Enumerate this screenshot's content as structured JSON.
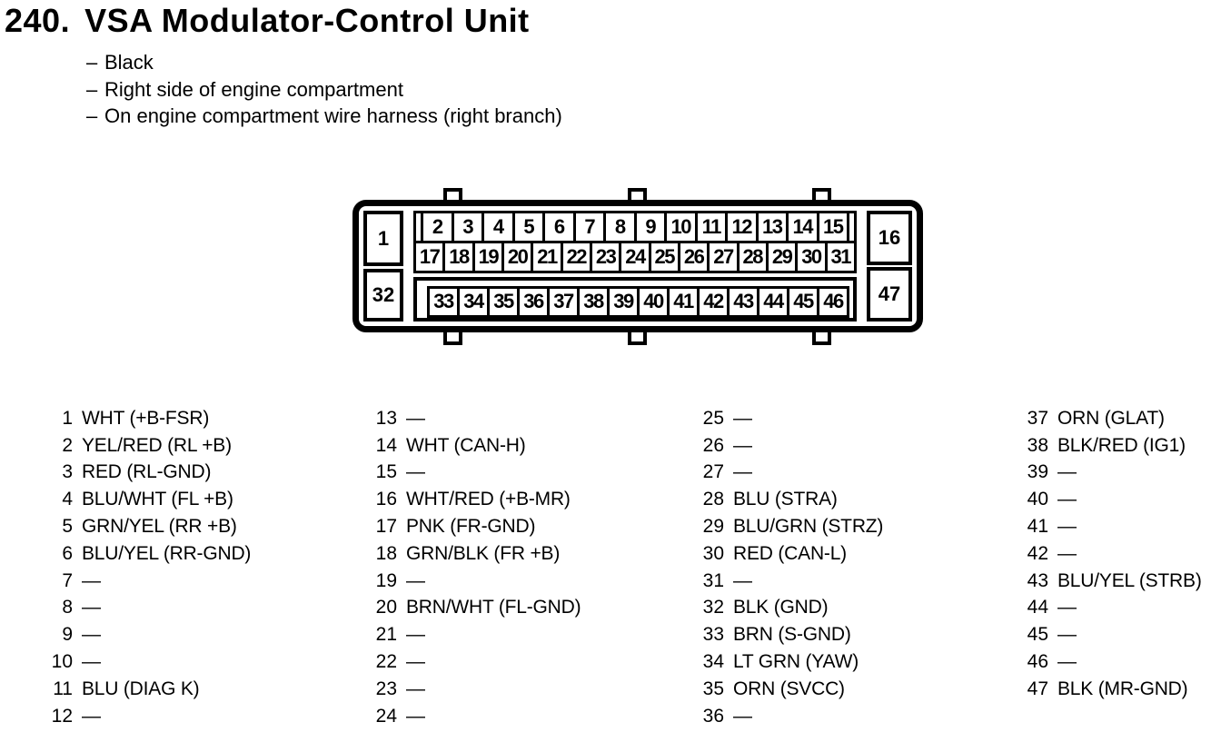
{
  "header": {
    "number": "240.",
    "title": "VSA Modulator-Control Unit"
  },
  "notes": {
    "dash": "–",
    "items": [
      "Black",
      "Right side of engine compartment",
      "On engine compartment wire harness (right branch)"
    ]
  },
  "connector": {
    "pin_top_left": "1",
    "pin_bottom_left": "32",
    "pin_top_right": "16",
    "pin_bottom_right": "47",
    "row_top": [
      "2",
      "3",
      "4",
      "5",
      "6",
      "7",
      "8",
      "9",
      "10",
      "11",
      "12",
      "13",
      "14",
      "15"
    ],
    "row_middle": [
      "17",
      "18",
      "19",
      "20",
      "21",
      "22",
      "23",
      "24",
      "25",
      "26",
      "27",
      "28",
      "29",
      "30",
      "31"
    ],
    "row_bottom": [
      "33",
      "34",
      "35",
      "36",
      "37",
      "38",
      "39",
      "40",
      "41",
      "42",
      "43",
      "44",
      "45",
      "46"
    ]
  },
  "pin_table": {
    "empty_marker": "—",
    "columns": [
      {
        "pins": [
          {
            "num": "1",
            "label": "WHT (+B-FSR)"
          },
          {
            "num": "2",
            "label": "YEL/RED (RL +B)"
          },
          {
            "num": "3",
            "label": "RED (RL-GND)"
          },
          {
            "num": "4",
            "label": "BLU/WHT (FL +B)"
          },
          {
            "num": "5",
            "label": "GRN/YEL (RR +B)"
          },
          {
            "num": "6",
            "label": "BLU/YEL (RR-GND)"
          },
          {
            "num": "7",
            "label": "—"
          },
          {
            "num": "8",
            "label": "—"
          },
          {
            "num": "9",
            "label": "—"
          },
          {
            "num": "10",
            "label": "—"
          },
          {
            "num": "11",
            "label": "BLU (DIAG K)"
          },
          {
            "num": "12",
            "label": "—"
          }
        ]
      },
      {
        "pins": [
          {
            "num": "13",
            "label": "—"
          },
          {
            "num": "14",
            "label": "WHT (CAN-H)"
          },
          {
            "num": "15",
            "label": "—"
          },
          {
            "num": "16",
            "label": "WHT/RED (+B-MR)"
          },
          {
            "num": "17",
            "label": "PNK (FR-GND)"
          },
          {
            "num": "18",
            "label": "GRN/BLK (FR +B)"
          },
          {
            "num": "19",
            "label": "—"
          },
          {
            "num": "20",
            "label": "BRN/WHT (FL-GND)"
          },
          {
            "num": "21",
            "label": "—"
          },
          {
            "num": "22",
            "label": "—"
          },
          {
            "num": "23",
            "label": "—"
          },
          {
            "num": "24",
            "label": "—"
          }
        ]
      },
      {
        "pins": [
          {
            "num": "25",
            "label": "—"
          },
          {
            "num": "26",
            "label": "—"
          },
          {
            "num": "27",
            "label": "—"
          },
          {
            "num": "28",
            "label": "BLU (STRA)"
          },
          {
            "num": "29",
            "label": "BLU/GRN (STRZ)"
          },
          {
            "num": "30",
            "label": "RED (CAN-L)"
          },
          {
            "num": "31",
            "label": "—"
          },
          {
            "num": "32",
            "label": "BLK (GND)"
          },
          {
            "num": "33",
            "label": "BRN (S-GND)"
          },
          {
            "num": "34",
            "label": "LT GRN (YAW)"
          },
          {
            "num": "35",
            "label": "ORN (SVCC)"
          },
          {
            "num": "36",
            "label": "—"
          }
        ]
      },
      {
        "pins": [
          {
            "num": "37",
            "label": "ORN (GLAT)"
          },
          {
            "num": "38",
            "label": "BLK/RED (IG1)"
          },
          {
            "num": "39",
            "label": "—"
          },
          {
            "num": "40",
            "label": "—"
          },
          {
            "num": "41",
            "label": "—"
          },
          {
            "num": "42",
            "label": "—"
          },
          {
            "num": "43",
            "label": "BLU/YEL (STRB)"
          },
          {
            "num": "44",
            "label": "—"
          },
          {
            "num": "45",
            "label": "—"
          },
          {
            "num": "46",
            "label": "—"
          },
          {
            "num": "47",
            "label": "BLK (MR-GND)"
          }
        ]
      }
    ]
  },
  "colors": {
    "ink": "#000000",
    "paper": "#ffffff"
  }
}
